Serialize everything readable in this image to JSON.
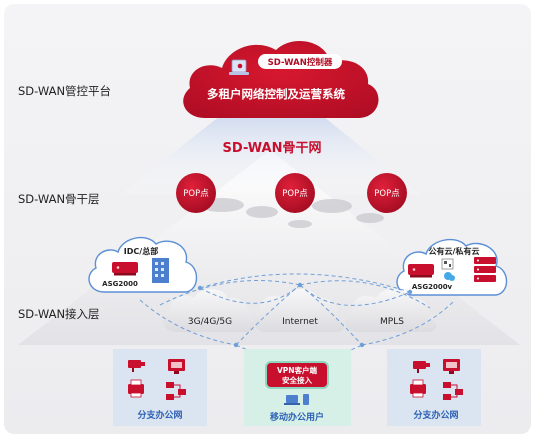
{
  "layers": {
    "platform": "SD-WAN管控平台",
    "backbone": "SD-WAN骨干层",
    "access": "SD-WAN接入层"
  },
  "controller": {
    "badge": "SD-WAN控制器",
    "title": "多租户网络控制及运营系统"
  },
  "backbone_title": "SD-WAN骨干网",
  "pops": [
    "POP点",
    "POP点",
    "POP点"
  ],
  "datacenter": {
    "title": "IDC/总部",
    "device": "ASG2000"
  },
  "cloud_site": {
    "title": "公有云/私有云",
    "device": "ASG2000v"
  },
  "links": [
    "3G/4G/5G",
    "Internet",
    "MPLS"
  ],
  "sites": {
    "branch_left": "分支办公网",
    "mobile": "移动办公用户",
    "vpn_line1": "VPN客户端",
    "vpn_line2": "安全接入",
    "branch_right": "分支办公网"
  },
  "colors": {
    "red": "#c8102e",
    "dark_red": "#a30c22",
    "text": "#222222",
    "panel_blue": "#dbe4f1",
    "panel_green": "#d6efe7",
    "dash_blue": "#6f9fd8"
  }
}
